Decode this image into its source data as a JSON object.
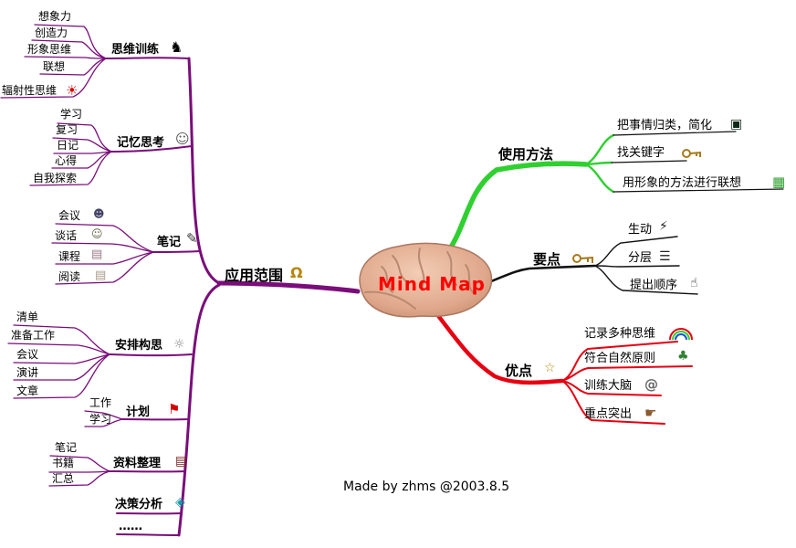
{
  "center": {
    "label": "Mind Map"
  },
  "credit": "Made by zhms @2003.8.5",
  "right": {
    "usage": {
      "label": "使用方法",
      "children": [
        {
          "label": "把事情归类，简化",
          "icon": "screen-icon"
        },
        {
          "label": "找关键字",
          "icon": "key-icon"
        },
        {
          "label": "用形象的方法进行联想",
          "icon": "maze-icon"
        }
      ]
    },
    "points": {
      "label": "要点",
      "icon": "key-icon",
      "children": [
        {
          "label": "生动",
          "icon": "lightning-icon"
        },
        {
          "label": "分层",
          "icon": "layers-icon"
        },
        {
          "label": "提出顺序",
          "icon": "person-icon"
        }
      ]
    },
    "advantages": {
      "label": "优点",
      "icon": "sparkle-icon",
      "children": [
        {
          "label": "记录多种思维",
          "icon": "rainbow-icon"
        },
        {
          "label": "符合自然原则",
          "icon": "nature-icon"
        },
        {
          "label": "训练大脑",
          "icon": "spiral-icon"
        },
        {
          "label": "重点突出",
          "icon": "pointing-hand-icon"
        }
      ]
    }
  },
  "left": {
    "scope": {
      "label": "应用范围",
      "icon": "swirl-icon"
    },
    "branches": [
      {
        "label": "思维训练",
        "icon": "chess-icon",
        "children": [
          "想象力",
          "创造力",
          "形象思维",
          "联想",
          "辐射性思维"
        ]
      },
      {
        "label": "记忆思考",
        "icon": "thinker-icon",
        "children": [
          "学习",
          "复习",
          "日记",
          "心得",
          "自我探索"
        ]
      },
      {
        "label": "笔记",
        "icon": "writer-icon",
        "children": [
          "会议",
          "谈话",
          "课程",
          "阅读"
        ]
      },
      {
        "label": "安排构思",
        "icon": "prep-icon",
        "children": [
          "清单",
          "准备工作",
          "会议",
          "演讲",
          "文章"
        ]
      },
      {
        "label": "计划",
        "icon": "flag-icon",
        "children": [
          "工作",
          "学习"
        ]
      },
      {
        "label": "资料整理",
        "icon": "binder-icon",
        "children": [
          "笔记",
          "书籍",
          "汇总"
        ]
      },
      {
        "label": "决策分析",
        "icon": "analysis-icon",
        "children": []
      },
      {
        "label": "……",
        "children": []
      }
    ]
  },
  "icons": {
    "chess": "♞",
    "burst": "☀",
    "thinker": "☺",
    "writer": "✎",
    "people": "☻",
    "person": "☺",
    "document": "▤",
    "page": "▤",
    "swirl": "Ω",
    "prep": "☼",
    "flag": "⚑",
    "binder": "▤",
    "analysis": "◈",
    "screen": "▣",
    "maze": "▦",
    "lightning": "⚡",
    "layers": "☰",
    "order_person": "☝",
    "sparkle": "☆",
    "nature": "♣",
    "spiral": "@",
    "fist": "☛"
  },
  "colors": {
    "purple": "#7a0d7a",
    "green": "#2fd030",
    "red": "#e60012",
    "black": "#000000",
    "title_red": "#ff0000",
    "brain": "#e7b39a"
  }
}
